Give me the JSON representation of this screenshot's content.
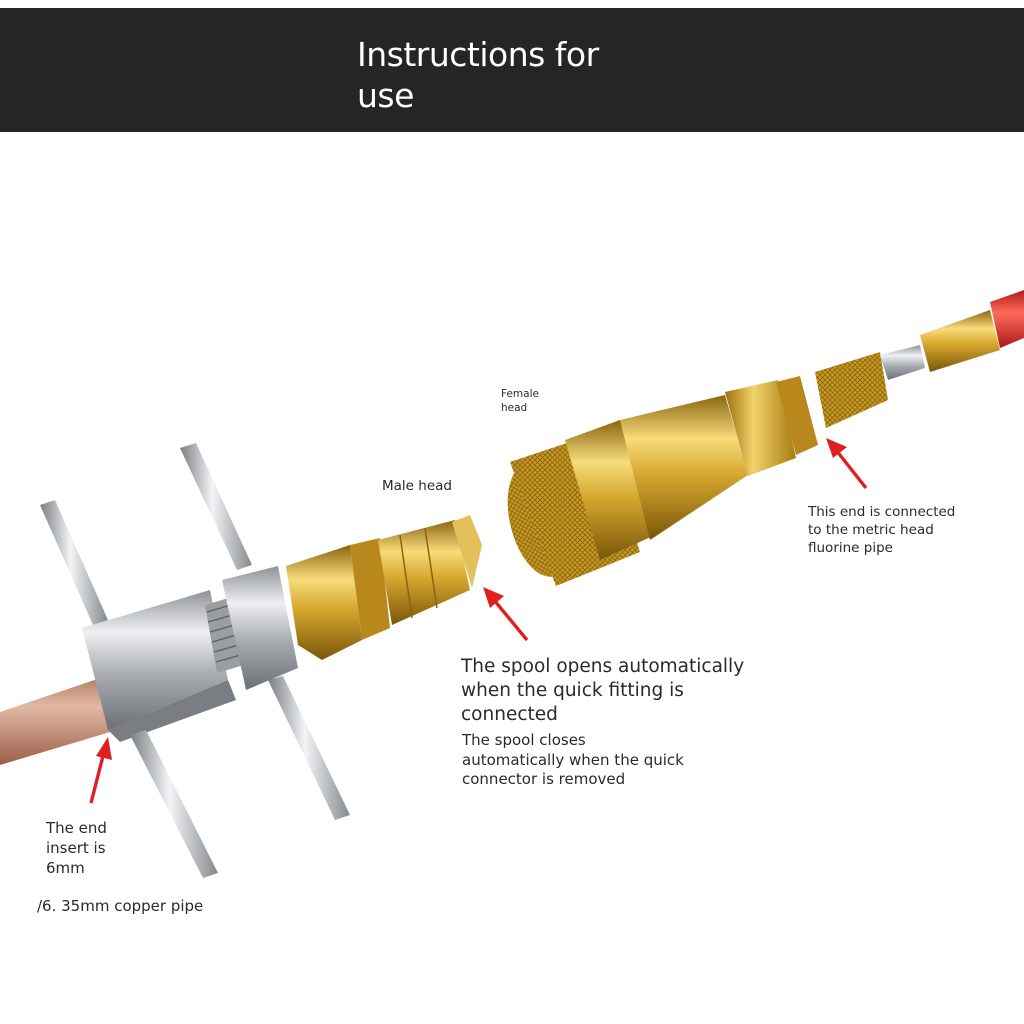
{
  "header": {
    "title": "Instructions for use"
  },
  "labels": {
    "female_head": "Female head",
    "male_head": "Male head",
    "metric_end": "This end is connected to the metric head fluorine pipe",
    "spool_opens": "The spool opens automatically when the quick fitting is connected",
    "spool_closes": "The spool closes automatically when the quick connector is removed",
    "end_insert": "The end insert is 6mm",
    "copper_pipe": "/6. 35mm copper pipe"
  },
  "colors": {
    "header_bg": "#252525",
    "arrow": "#e02020",
    "brass": "#d4a42a",
    "steel": "#b8bcc0",
    "copper": "#c48a70",
    "red_hose": "#e03a3a"
  }
}
